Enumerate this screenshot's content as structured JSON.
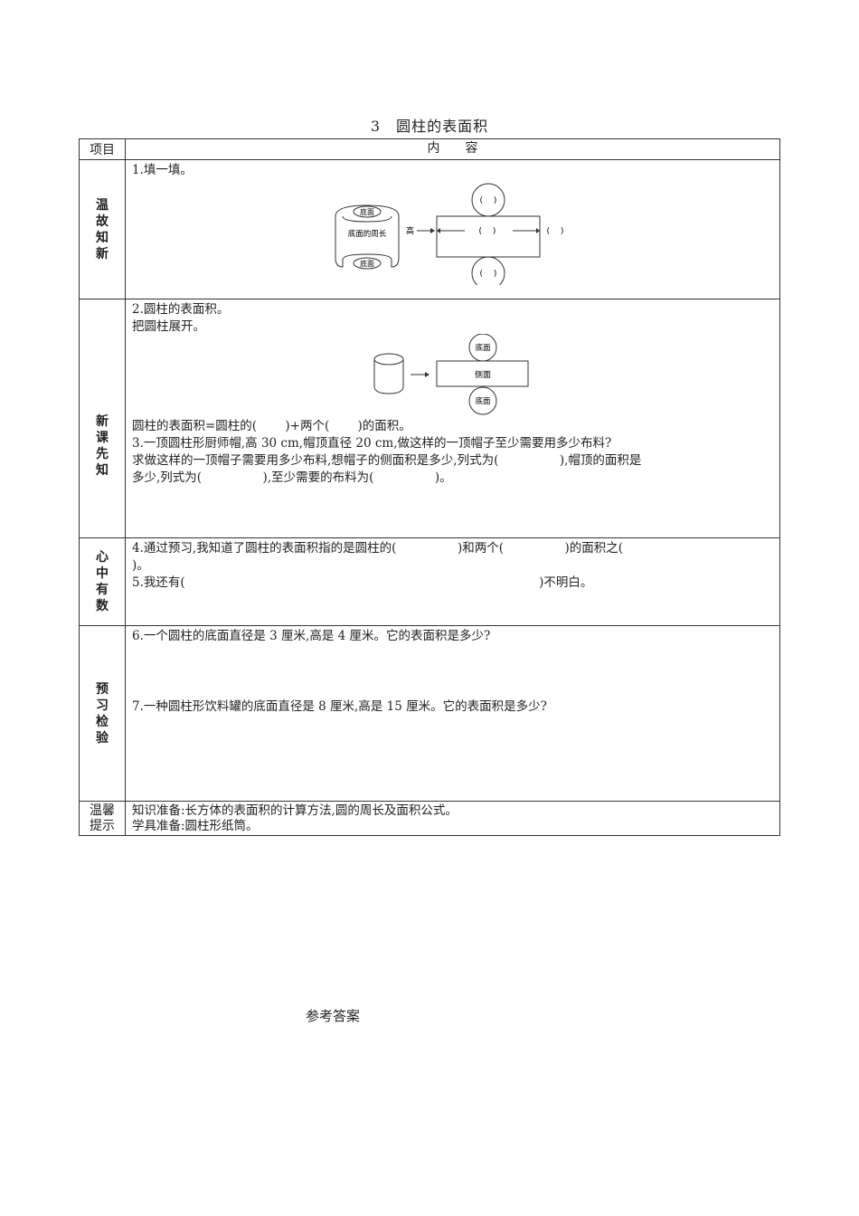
{
  "title": "3　圆柱的表面积",
  "table": {
    "header": {
      "col1": "项目",
      "col2": "内　　容"
    },
    "rows": [
      {
        "label": [
          "温",
          "故",
          "知",
          "新"
        ],
        "lines": [
          "1.填一填。"
        ],
        "diagram": {
          "cyl_top": "底面",
          "cyl_side": "底面的周长",
          "cyl_bottom": "底面",
          "height_label": "高",
          "blank": "(　 )"
        }
      },
      {
        "label": [
          "新",
          "课",
          "先",
          "知"
        ],
        "lines": [
          "2.圆柱的表面积。",
          "把圆柱展开。"
        ],
        "diagram": {
          "top": "底面",
          "side": "侧面",
          "bottom": "底面"
        },
        "lines2": [
          "圆柱的表面积=圆柱的(　　 )+两个(　　 )的面积。",
          "3.一顶圆柱形厨师帽,高 30 cm,帽顶直径 20 cm,做这样的一顶帽子至少需要用多少布料?",
          "求做这样的一顶帽子需要用多少布料,想帽子的侧面积是多少,列式为(　　　　　),帽顶的面积是",
          "多少,列式为(　　　　　),至少需要的布料为(　　　　　)。"
        ]
      },
      {
        "label": [
          "心",
          "中",
          "有",
          "数"
        ],
        "lines": [
          "4.通过预习,我知道了圆柱的表面积指的是圆柱的(　　　　　)和两个(　　　　　)的面积之(",
          ")。",
          "5.我还有(　　　　　　　　　　　　　　　　　　　　　　　　　　　　　)不明白。"
        ]
      },
      {
        "label": [
          "预",
          "习",
          "检",
          "验"
        ],
        "q6": "6.一个圆柱的底面直径是 3 厘米,高是 4 厘米。它的表面积是多少?",
        "q7": "7.一种圆柱形饮料罐的底面直径是 8 厘米,高是 15 厘米。它的表面积是多少?"
      },
      {
        "label": [
          "温馨",
          "提示"
        ],
        "lines": [
          "知识准备:长方体的表面积的计算方法,圆的周长及面积公式。",
          "学具准备:圆柱形纸筒。"
        ]
      }
    ]
  },
  "answer_heading": "参考答案"
}
